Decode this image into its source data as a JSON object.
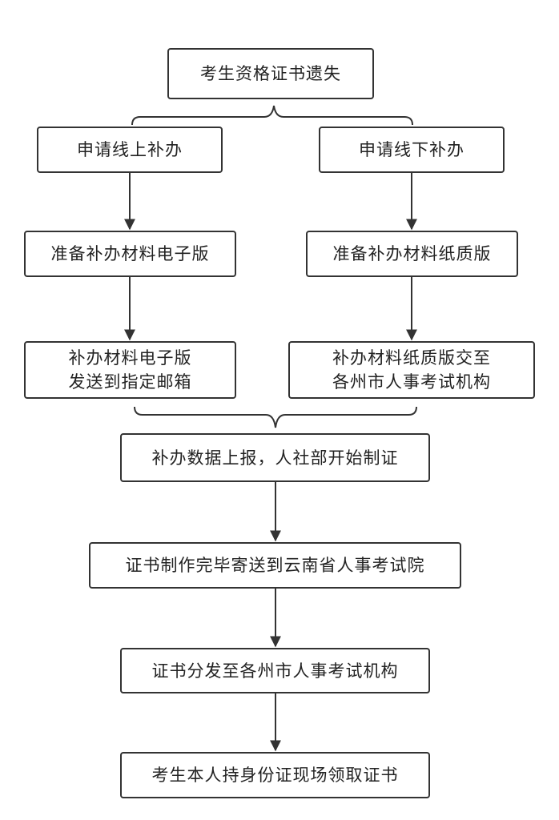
{
  "flowchart": {
    "start": "考生资格证书遗失",
    "online_branch": {
      "apply": "申请线上补办",
      "prepare": "准备补办材料电子版",
      "submit_line1": "补办材料电子版",
      "submit_line2": "发送到指定邮箱"
    },
    "offline_branch": {
      "apply": "申请线下补办",
      "prepare": "准备补办材料纸质版",
      "submit_line1": "补办材料纸质版交至",
      "submit_line2": "各州市人事考试机构"
    },
    "report": "补办数据上报，人社部开始制证",
    "mail": "证书制作完毕寄送到云南省人事考试院",
    "distribute": "证书分发至各州市人事考试机构",
    "collect": "考生本人持身份证现场领取证书"
  },
  "colors": {
    "stroke": "#333333",
    "text": "#222222",
    "background": "#ffffff"
  }
}
